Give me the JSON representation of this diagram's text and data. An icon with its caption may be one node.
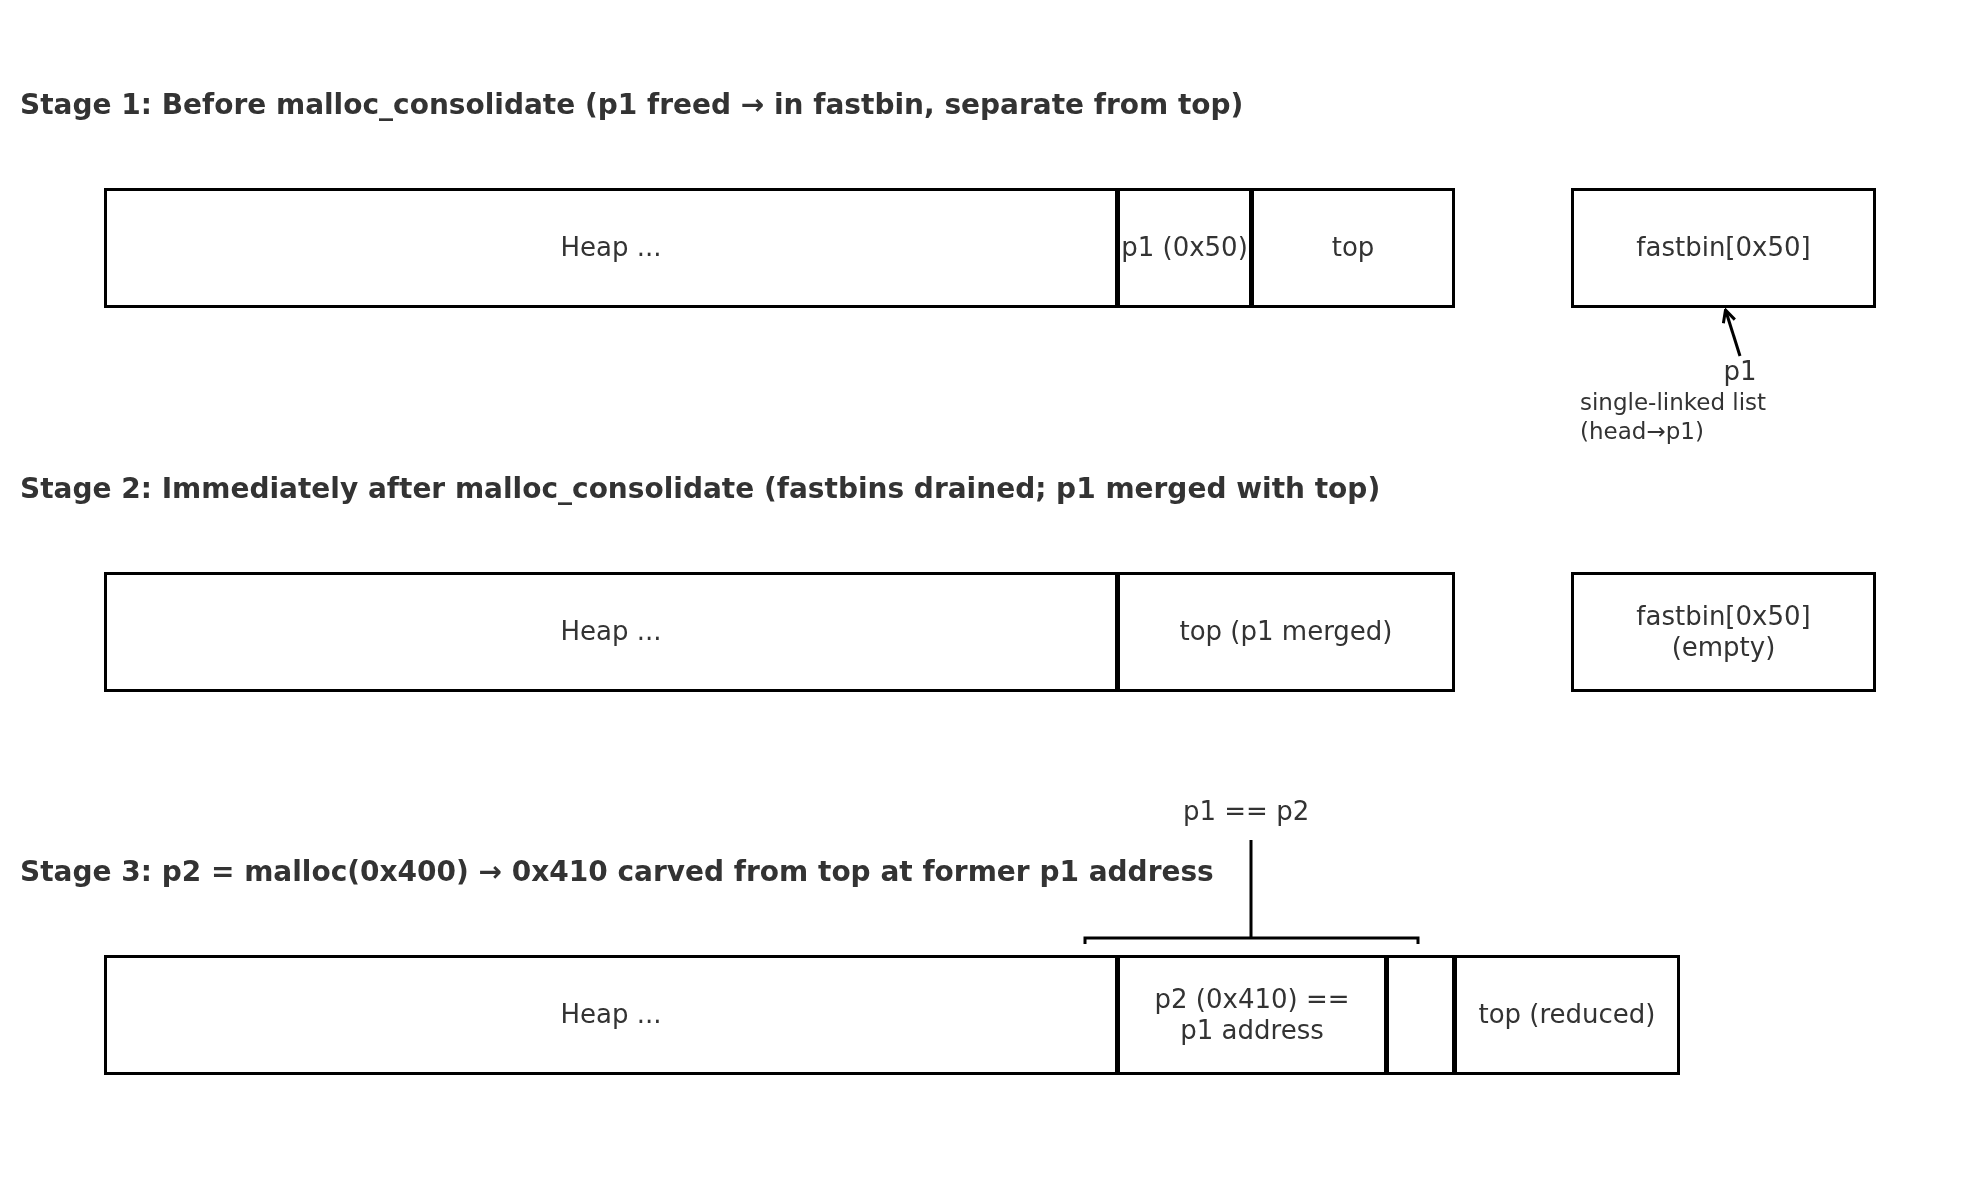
{
  "diagram": {
    "nodes": [
      {
        "text": [
          "Heap ..."
        ]
      },
      {
        "text": [
          "p1 (0x50)"
        ]
      },
      {
        "text": [
          "top"
        ]
      },
      {
        "text": [
          "fastbin[0x50]"
        ]
      },
      {
        "text": [
          "p1"
        ]
      },
      {
        "text": [
          "Heap ..."
        ]
      },
      {
        "text": [
          "top (p1 merged)"
        ]
      },
      {
        "text": [
          "fastbin[0x50] (empty)"
        ]
      },
      {
        "text": [
          "Heap ..."
        ]
      },
      {
        "text": [
          "p2 (0x410) == p1 address"
        ]
      },
      {
        "text": [],
        "shape": "box"
      },
      {
        "text": [
          "top (reduced)"
        ]
      }
    ],
    "edges": [
      {
        "from": 4,
        "to": 3,
        "arrow": "to"
      }
    ],
    "labels": [
      "Stage 1: Before malloc_consolidate (p1 freed → in fastbin, separate from top)",
      "single-linked list (head→p1)",
      "Stage 2: Immediately after malloc_consolidate (fastbins drained; p1 merged with top)",
      "p1 == p2",
      "Stage 3: p2 = malloc(0x400) → 0x410 carved from top at former p1 address"
    ]
  }
}
